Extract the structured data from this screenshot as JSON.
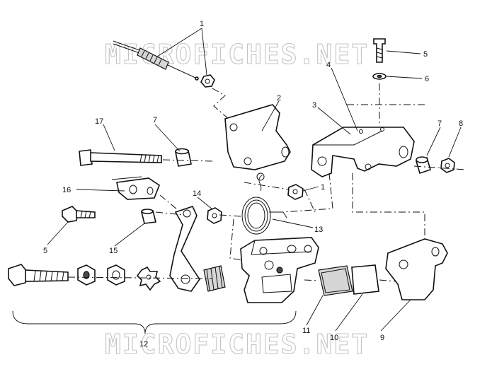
{
  "watermark": {
    "text": "MICROFICHES.NET"
  },
  "callouts": [
    {
      "id": "c1a",
      "text": "1"
    },
    {
      "id": "c1b",
      "text": "1"
    },
    {
      "id": "c2",
      "text": "2"
    },
    {
      "id": "c3",
      "text": "3"
    },
    {
      "id": "c4",
      "text": "4"
    },
    {
      "id": "c5a",
      "text": "5"
    },
    {
      "id": "c5b",
      "text": "5"
    },
    {
      "id": "c6",
      "text": "6"
    },
    {
      "id": "c7a",
      "text": "7"
    },
    {
      "id": "c7b",
      "text": "7"
    },
    {
      "id": "c8",
      "text": "8"
    },
    {
      "id": "c9",
      "text": "9"
    },
    {
      "id": "c10",
      "text": "10"
    },
    {
      "id": "c11",
      "text": "11"
    },
    {
      "id": "c12",
      "text": "12"
    },
    {
      "id": "c13",
      "text": "13"
    },
    {
      "id": "c14",
      "text": "14"
    },
    {
      "id": "c15",
      "text": "15"
    },
    {
      "id": "c16",
      "text": "16"
    },
    {
      "id": "c17",
      "text": "17"
    }
  ]
}
